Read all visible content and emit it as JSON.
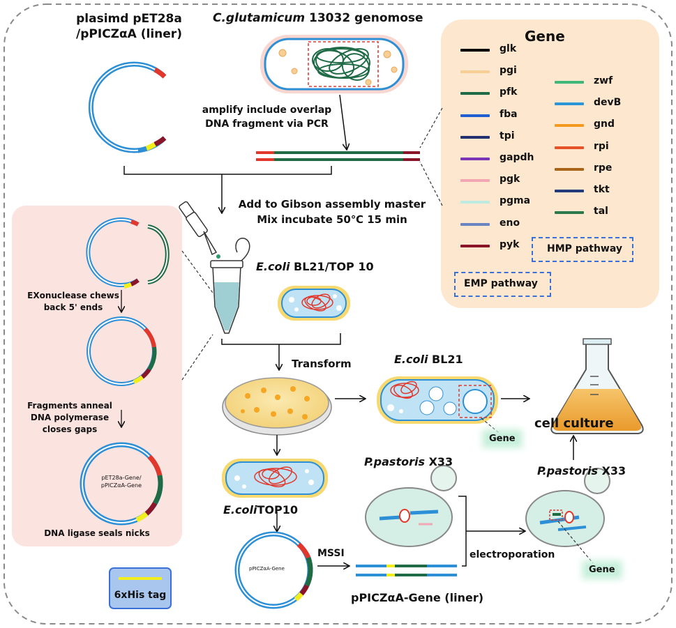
{
  "titles": {
    "plasmid_line1": "plasimd pET28a",
    "plasmid_line2": "/pPICZαA (liner)",
    "genome_species": "C.glutamicum",
    "genome_rest": "13032 genomose",
    "pcr_line1": "amplify include overlap",
    "pcr_line2": "DNA fragment via PCR",
    "gibson_line1": "Add to Gibson assembly master",
    "gibson_line2": "Mix incubate 50℃ 15 min",
    "ecoli_species": "E.coli",
    "ecoli_strains": "BL21/TOP 10",
    "transform": "Transform",
    "ecoli_bl21_species": "E.coli",
    "ecoli_bl21_strain": "BL21",
    "cell_culture": "cell culture",
    "ecoli_top10_species": "E.coli",
    "ecoli_top10_strain": "TOP10",
    "pastoris_species": "P.pastoris",
    "pastoris_strain": "X33",
    "pastoris2_species": "P.pastoris",
    "pastoris2_strain": "X33",
    "mssi": "MSSI",
    "electroporation": "electroporation",
    "linear_product": "pPICZαA-Gene (liner)",
    "gene_tag_1": "Gene",
    "gene_tag_2": "Gene",
    "plasmid_small_label": "pPICZαA-Gene",
    "his_tag": "6xHis tag"
  },
  "gibson_panel": {
    "step1_line1": "EXonuclease chews",
    "step1_line2": "back 5' ends",
    "step2_line1": "Fragments anneal",
    "step2_line2": "DNA polymerase",
    "step2_line3": "closes gaps",
    "final_label_line1": "pET28a-Gene/",
    "final_label_line2": "pPICZαA-Gene",
    "step3": "DNA ligase seals nicks"
  },
  "legend": {
    "title": "Gene",
    "emp_genes": [
      {
        "name": "glk",
        "color": "#000000"
      },
      {
        "name": "pgi",
        "color": "#f7cf95"
      },
      {
        "name": "pfk",
        "color": "#1e6b46"
      },
      {
        "name": "fba",
        "color": "#1f5fd1"
      },
      {
        "name": "tpi",
        "color": "#233070"
      },
      {
        "name": "gapdh",
        "color": "#7a34b5"
      },
      {
        "name": "pgk",
        "color": "#f2a7b4"
      },
      {
        "name": "pgma",
        "color": "#bdebdf"
      },
      {
        "name": "eno",
        "color": "#6a84c2"
      },
      {
        "name": "pyk",
        "color": "#8b1528"
      }
    ],
    "hmp_genes": [
      {
        "name": "zwf",
        "color": "#3fb87a"
      },
      {
        "name": "devB",
        "color": "#2b95d6"
      },
      {
        "name": "gnd",
        "color": "#f29a1f"
      },
      {
        "name": "rpi",
        "color": "#e6532a"
      },
      {
        "name": "rpe",
        "color": "#a8651a"
      },
      {
        "name": "tkt",
        "color": "#243a7a"
      },
      {
        "name": "tal",
        "color": "#2a7a4e"
      }
    ],
    "hmp_label": "HMP pathway",
    "emp_label": "EMP pathway"
  },
  "colors": {
    "plasmid_blue": "#2d8fd6",
    "insert_green": "#1e6b46",
    "overlap_red": "#e2372b",
    "overlap_darkred": "#8b1528",
    "his_yellow": "#f2ee1c",
    "panel_pink": "#fbe3df",
    "legend_peach": "#fde7cf",
    "cell_blue": "#bfe3f5"
  }
}
